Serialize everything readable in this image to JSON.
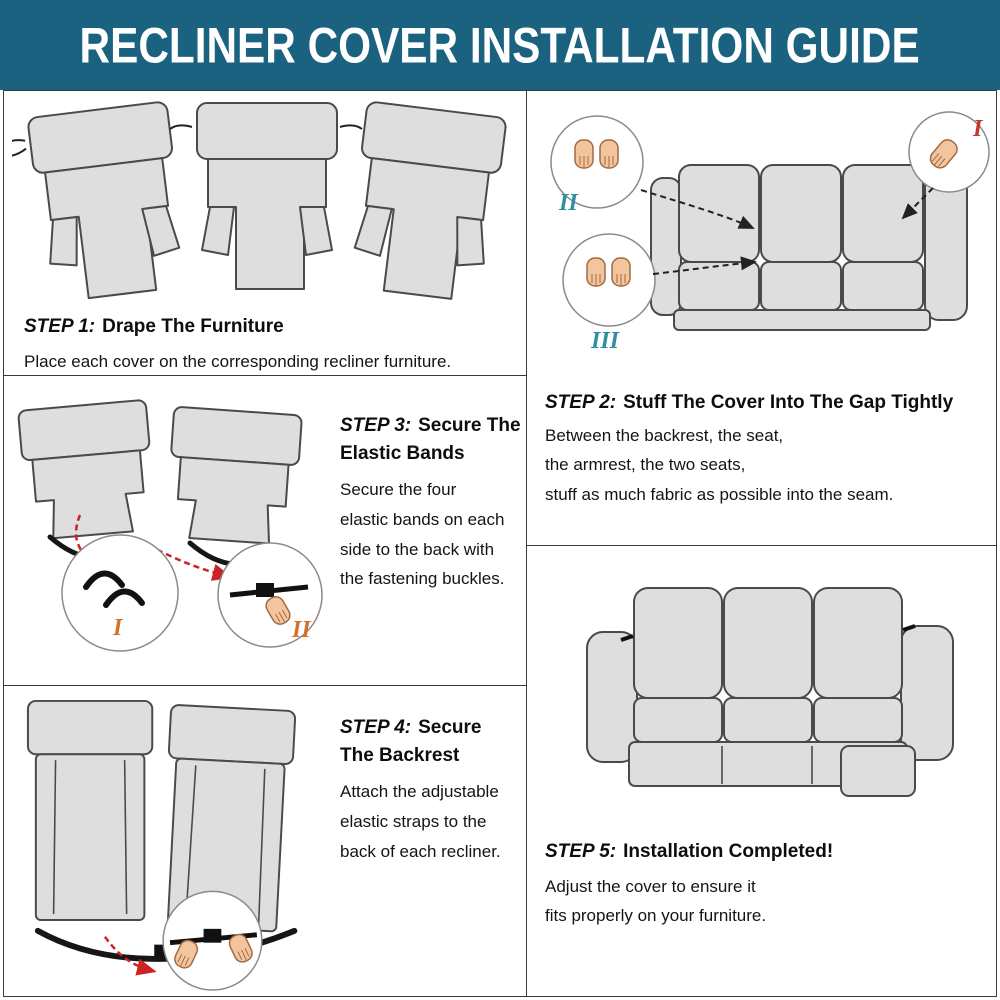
{
  "header": {
    "title": "RECLINER COVER INSTALLATION GUIDE"
  },
  "colors": {
    "header_bg": "#1b6281",
    "header_text": "#ffffff",
    "cover_fill": "#dedede",
    "outline": "#4a4a4a",
    "hand_fill": "#f3c59f",
    "marker_red": "#c0392b",
    "marker_teal": "#2e8fa3",
    "marker_orange": "#d2722a",
    "arrow_red": "#cc2222"
  },
  "steps": {
    "step1": {
      "label": "STEP 1:",
      "title": "Drape The Furniture",
      "lines": [
        "Place each cover on the corresponding recliner furniture."
      ]
    },
    "step2": {
      "label": "STEP 2:",
      "title": "Stuff The Cover Into The Gap Tightly",
      "lines": [
        "Between the backrest, the seat,",
        "the armrest, the two seats,",
        "stuff as much fabric as possible into the seam."
      ],
      "markers": {
        "top_right": "I",
        "top_left": "II",
        "mid_left": "III"
      }
    },
    "step3": {
      "label": "STEP 3:",
      "title_lines": [
        "Secure The",
        "Elastic Bands"
      ],
      "lines": [
        "Secure the four",
        "elastic bands on each",
        "side to the back with",
        "the fastening buckles."
      ],
      "markers": {
        "hooks": "I",
        "buckle": "II"
      }
    },
    "step4": {
      "label": "STEP 4:",
      "title_lines": [
        "Secure",
        "The Backrest"
      ],
      "lines": [
        "Attach the adjustable",
        "elastic straps to the",
        "back of each recliner."
      ]
    },
    "step5": {
      "label": "STEP 5:",
      "title": "Installation Completed!",
      "lines": [
        "Adjust the cover to ensure it",
        "fits properly on your furniture."
      ]
    }
  }
}
